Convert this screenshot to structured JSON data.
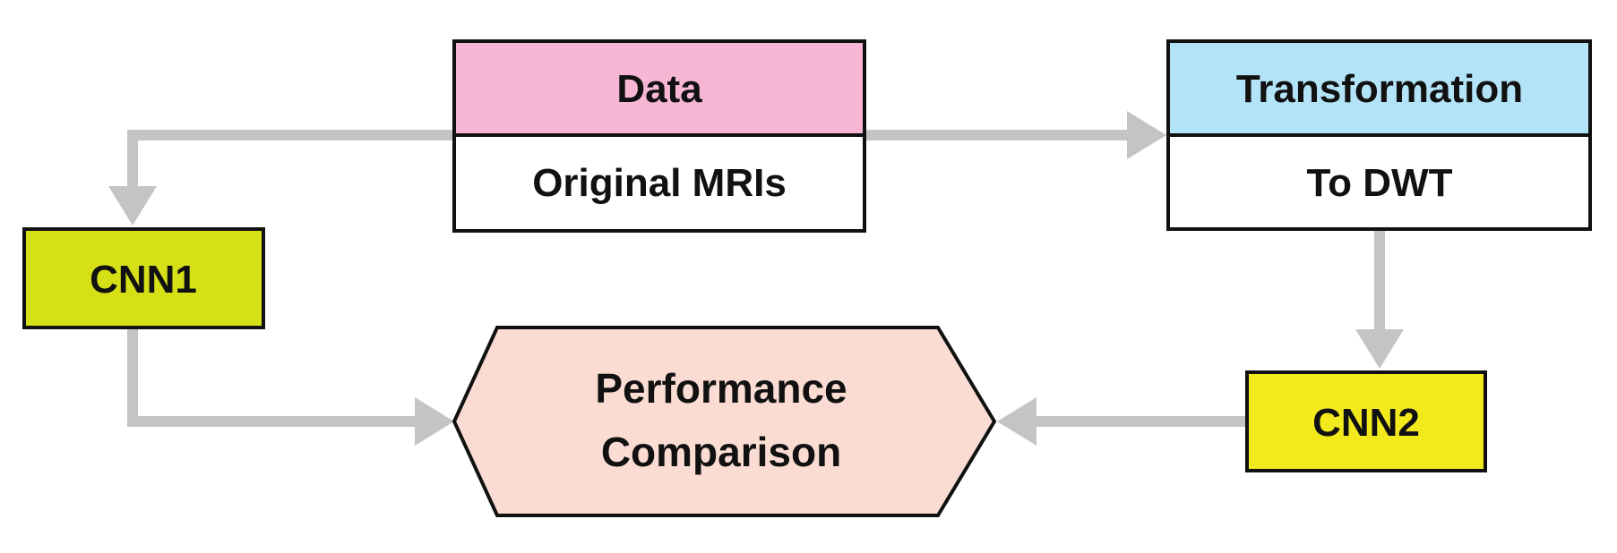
{
  "nodes": {
    "data": {
      "header": "Data",
      "body": "Original MRIs"
    },
    "transformation": {
      "header": "Transformation",
      "body": "To DWT"
    },
    "cnn1": {
      "label": "CNN1"
    },
    "cnn2": {
      "label": "CNN2"
    },
    "performance": {
      "line1": "Performance",
      "line2": "Comparison"
    }
  },
  "colors": {
    "connector": "#c4c4c4",
    "data_header": "#f6b6d4",
    "transformation_header": "#b3e3f7",
    "cnn1_fill": "#d5e017",
    "cnn2_fill": "#f3ea1e",
    "performance_fill": "#fadcd2",
    "border": "#111111"
  }
}
